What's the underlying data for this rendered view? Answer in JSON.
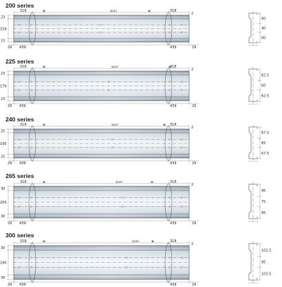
{
  "series": [
    {
      "title": "200 series",
      "span_label": "span",
      "left_offset": "318",
      "right_offset": "318",
      "right_edge": "2",
      "left_height_labels": [
        "23",
        "154",
        "23"
      ],
      "bottom_left_edge": "29",
      "bottom_pitch_left": "439",
      "bottom_pitch_right": "439",
      "bottom_right_edge": "29",
      "section_labels": [
        "60",
        "40",
        "60"
      ]
    },
    {
      "title": "225 series",
      "span_label": "span",
      "left_offset": "318",
      "right_offset": "318",
      "right_edge": "2",
      "left_height_labels": [
        "23",
        "179",
        "23"
      ],
      "bottom_left_edge": "29",
      "bottom_pitch_left": "439",
      "bottom_pitch_right": "439",
      "bottom_right_edge": "29",
      "section_labels": [
        "62.5",
        "60",
        "62.5"
      ]
    },
    {
      "title": "240 series",
      "span_label": "span",
      "left_offset": "318",
      "right_offset": "318",
      "right_edge": "2",
      "left_height_labels": [
        "25",
        "190",
        "25"
      ],
      "bottom_left_edge": "29",
      "bottom_pitch_left": "439",
      "bottom_pitch_right": "439",
      "bottom_right_edge": "29",
      "section_labels": [
        "67.5",
        "65",
        "67.5"
      ]
    },
    {
      "title": "265 series",
      "span_label": "span",
      "left_offset": "318",
      "right_offset": "318",
      "right_edge": "2",
      "left_height_labels": [
        "30",
        "205",
        "30"
      ],
      "bottom_left_edge": "29",
      "bottom_pitch_left": "439",
      "bottom_pitch_right": "439",
      "bottom_right_edge": "29",
      "section_labels": [
        "95",
        "75",
        "95"
      ]
    },
    {
      "title": "300 series",
      "span_label": "span",
      "left_offset": "318",
      "right_offset": "318",
      "right_edge": "2",
      "left_height_labels": [
        "30",
        "240",
        "30"
      ],
      "bottom_left_edge": "29",
      "bottom_pitch_left": "439",
      "bottom_pitch_right": "439",
      "bottom_right_edge": "29",
      "section_labels": [
        "102.5",
        "95",
        "102.5"
      ]
    }
  ],
  "colors": {
    "beam_light": "#eef2f6",
    "beam_mid": "#c4ced8",
    "beam_dark": "#8d9aa8",
    "line": "#333333"
  },
  "icons": {
    "punched_hole": "hole-icon",
    "mark": "asterisk-icon"
  }
}
